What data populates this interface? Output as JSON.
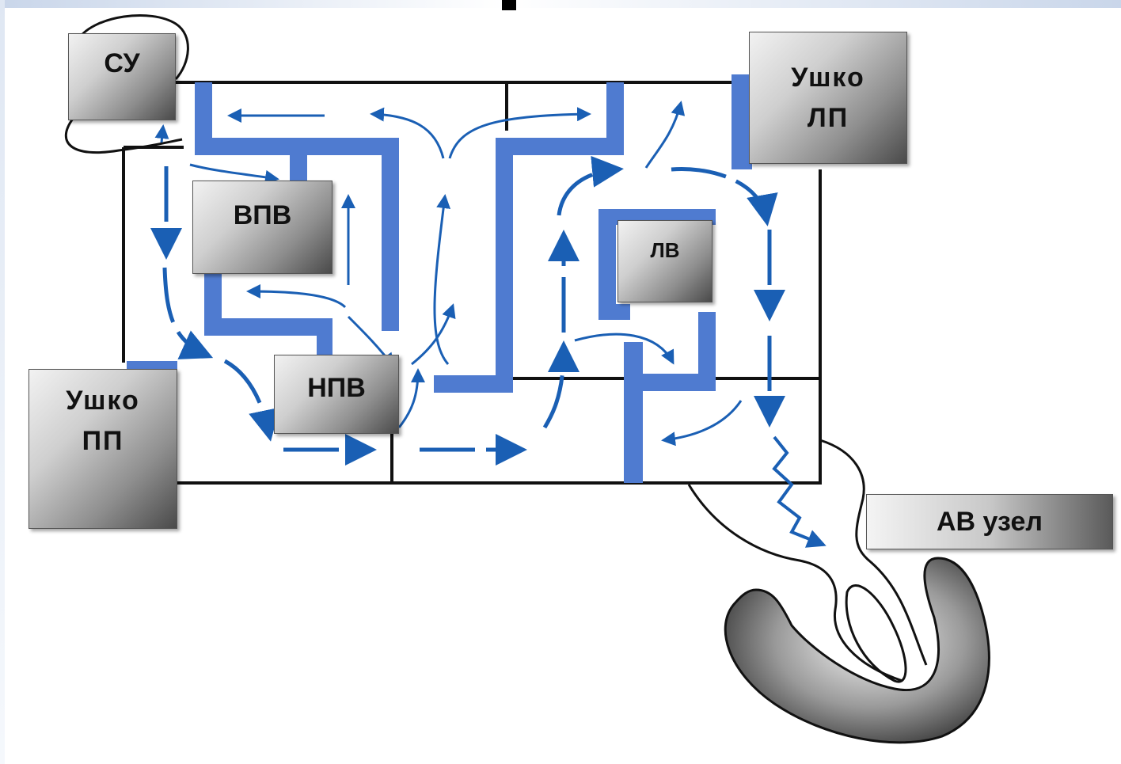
{
  "diagram": {
    "nodes": {
      "su": {
        "lines": [
          "СУ"
        ]
      },
      "vpv": {
        "lines": [
          "ВПВ"
        ]
      },
      "npv": {
        "lines": [
          "НПВ"
        ]
      },
      "lv": {
        "lines": [
          "ЛВ"
        ]
      },
      "ushko_lp": {
        "lines": [
          "Ушко",
          "ЛП"
        ]
      },
      "ushko_pp": {
        "lines": [
          "Ушко",
          "ПП"
        ]
      },
      "av_uzel": {
        "lines": [
          "АВ узел"
        ]
      }
    },
    "colors": {
      "barrier": "#4f7bd0",
      "arrow": "#1a5fb4",
      "outline": "#111111",
      "heart_dark": "#3a3a3a",
      "heart_light": "#f2f2f2"
    }
  }
}
